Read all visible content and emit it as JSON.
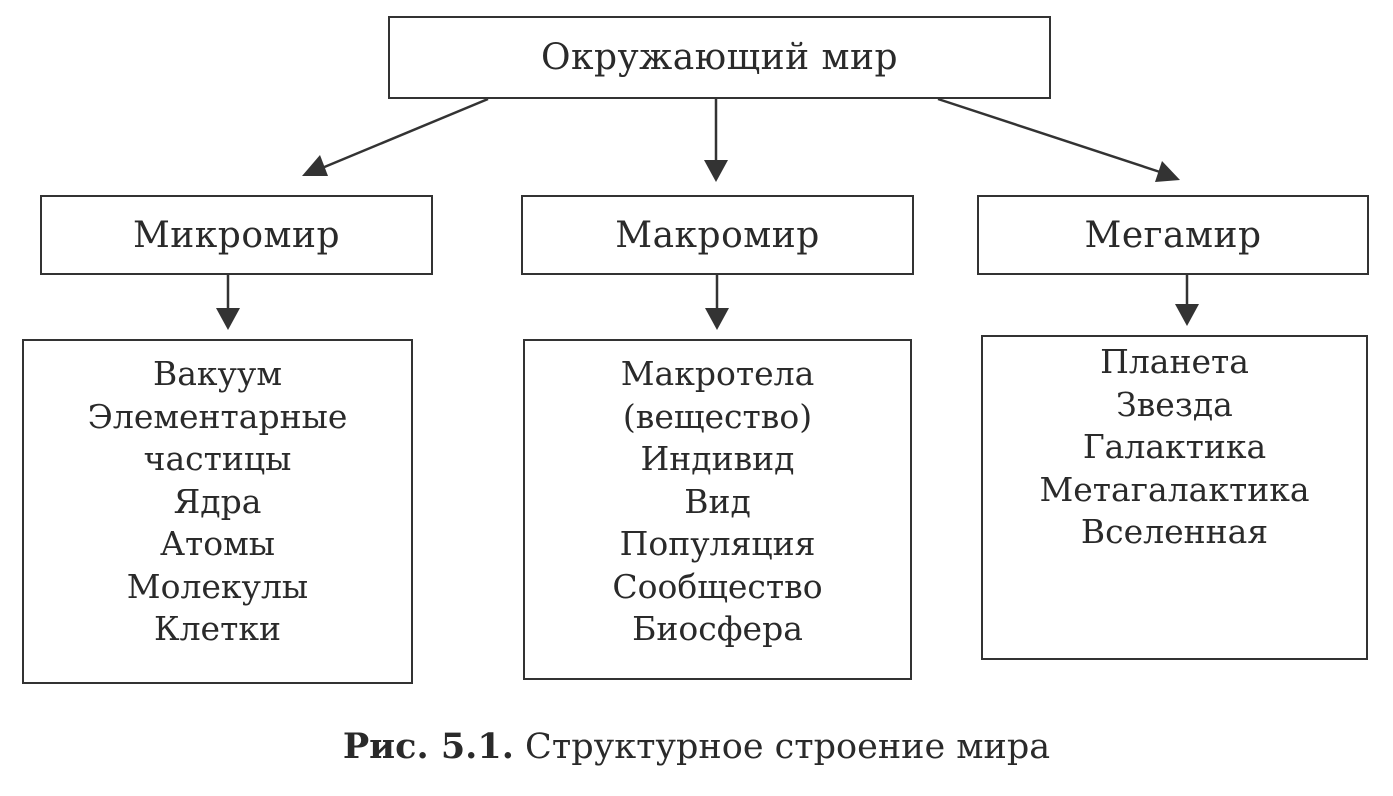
{
  "root": {
    "label": "Окружающий мир"
  },
  "levels": [
    {
      "label": "Микромир",
      "items": [
        "Вакуум",
        "Элементарные",
        "частицы",
        "Ядра",
        "Атомы",
        "Молекулы",
        "Клетки"
      ]
    },
    {
      "label": "Макромир",
      "items": [
        "Макротела",
        "(вещество)",
        "Индивид",
        "Вид",
        "Популяция",
        "Сообщество",
        "Биосфера"
      ]
    },
    {
      "label": "Мегамир",
      "items": [
        "Планета",
        "Звезда",
        "Галактика",
        "Метагалактика",
        "Вселенная"
      ]
    }
  ],
  "caption": {
    "label": "Рис. 5.1.",
    "text": "Структурное строение мира"
  },
  "colors": {
    "line": "#333333",
    "text": "#2a2a2a",
    "background": "#ffffff"
  }
}
